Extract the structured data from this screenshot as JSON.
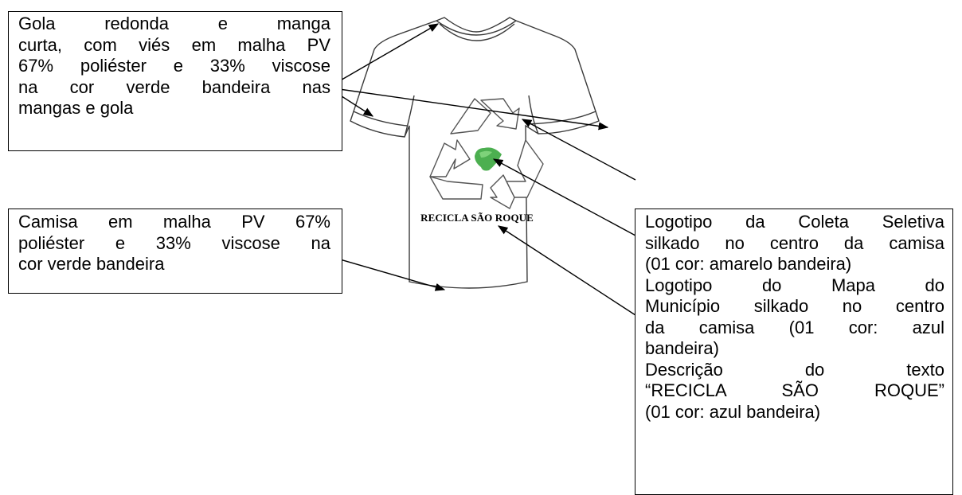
{
  "shirt": {
    "print_text": "RECICLA SÃO ROQUE",
    "colors": {
      "outline": "#3a3a3a",
      "recycle_outline": "#555555",
      "map_logo": "#4caf50",
      "map_logo_light": "#7ed27a"
    },
    "icons": [
      "t-shirt-icon",
      "recycle-icon",
      "municipality-map-icon"
    ]
  },
  "callouts": {
    "gola": {
      "lines": [
        "Gola redonda e manga",
        "curta, com viés em malha PV",
        "67% poliéster e 33% viscose",
        "na cor verde bandeira nas",
        "mangas e gola"
      ]
    },
    "camisa": {
      "lines": [
        "Camisa em malha PV 67%",
        "poliéster e 33% viscose na",
        "cor verde bandeira"
      ]
    },
    "logos": {
      "lines": [
        "Logotipo da Coleta Seletiva",
        "silkado no centro da camisa",
        "(01 cor: amarelo bandeira)",
        "Logotipo do Mapa do",
        "Município silkado no centro",
        "da camisa (01 cor: azul",
        "bandeira)",
        "Descrição do texto",
        "“RECICLA SÃO ROQUE”",
        "(01 cor: azul bandeira)"
      ]
    }
  }
}
